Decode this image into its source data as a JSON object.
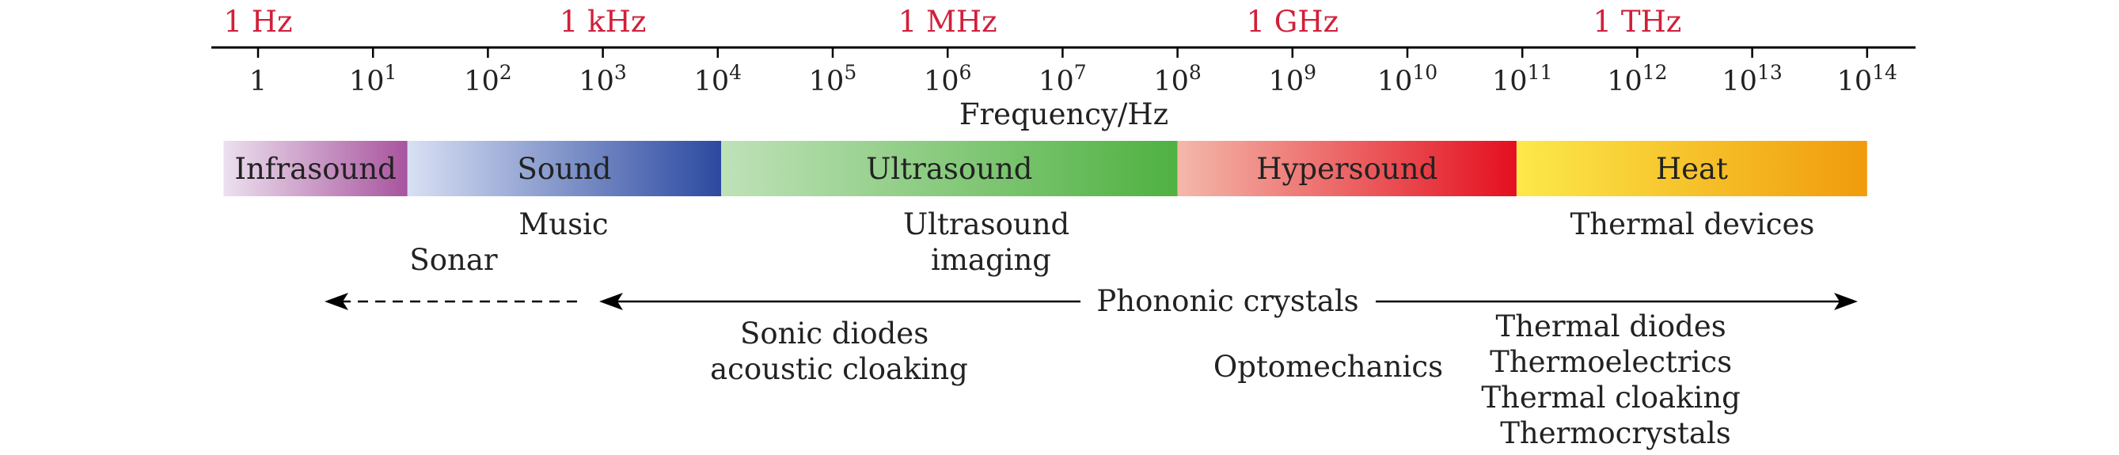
{
  "unit_labels": [
    {
      "text": "1 Hz",
      "exp": 0
    },
    {
      "text": "1 kHz",
      "exp": 3
    },
    {
      "text": "1 MHz",
      "exp": 6
    },
    {
      "text": "1 GHz",
      "exp": 9
    },
    {
      "text": "1 THz",
      "exp": 12
    }
  ],
  "axis": {
    "min_exp": 0,
    "max_exp": 14,
    "label": "Frequency/Hz",
    "ticks": [
      {
        "base": "1",
        "sup": ""
      },
      {
        "base": "10",
        "sup": "1"
      },
      {
        "base": "10",
        "sup": "2"
      },
      {
        "base": "10",
        "sup": "3"
      },
      {
        "base": "10",
        "sup": "4"
      },
      {
        "base": "10",
        "sup": "5"
      },
      {
        "base": "10",
        "sup": "6"
      },
      {
        "base": "10",
        "sup": "7"
      },
      {
        "base": "10",
        "sup": "8"
      },
      {
        "base": "10",
        "sup": "9"
      },
      {
        "base": "10",
        "sup": "10"
      },
      {
        "base": "10",
        "sup": "11"
      },
      {
        "base": "10",
        "sup": "12"
      },
      {
        "base": "10",
        "sup": "13"
      },
      {
        "base": "10",
        "sup": "14"
      }
    ]
  },
  "bands": [
    {
      "label": "Infrasound",
      "from_exp": -0.3,
      "to_exp": 1.3,
      "color_from": "#ece0ee",
      "color_to": "#a8549e"
    },
    {
      "label": "Sound",
      "from_exp": 1.3,
      "to_exp": 4.03,
      "color_from": "#d8e0f3",
      "color_to": "#2b49a0"
    },
    {
      "label": "Ultrasound",
      "from_exp": 4.03,
      "to_exp": 8.0,
      "color_from": "#bfe2b8",
      "color_to": "#4fb141"
    },
    {
      "label": "Hypersound",
      "from_exp": 8.0,
      "to_exp": 10.95,
      "color_from": "#f4b8aa",
      "color_to": "#e40f1f"
    },
    {
      "label": "Heat",
      "from_exp": 10.95,
      "to_exp": 14.0,
      "color_from": "#fce94a",
      "color_to": "#f09b0c"
    }
  ],
  "applications": {
    "music": "Music",
    "sonar": "Sonar",
    "ultrasound_imaging": [
      "Ultrasound",
      "imaging"
    ],
    "thermal_devices": "Thermal devices",
    "phononic_crystals": "Phononic crystals",
    "sonic_diodes": [
      "Sonic diodes",
      "acoustic cloaking"
    ],
    "optomechanics": "Optomechanics",
    "thermal_list": [
      "Thermal diodes",
      "Thermoelectrics",
      "Thermal cloaking",
      "Thermocrystals"
    ]
  },
  "colors": {
    "unit_label": "#d11f3a",
    "text": "#222222",
    "axis": "#000000"
  }
}
